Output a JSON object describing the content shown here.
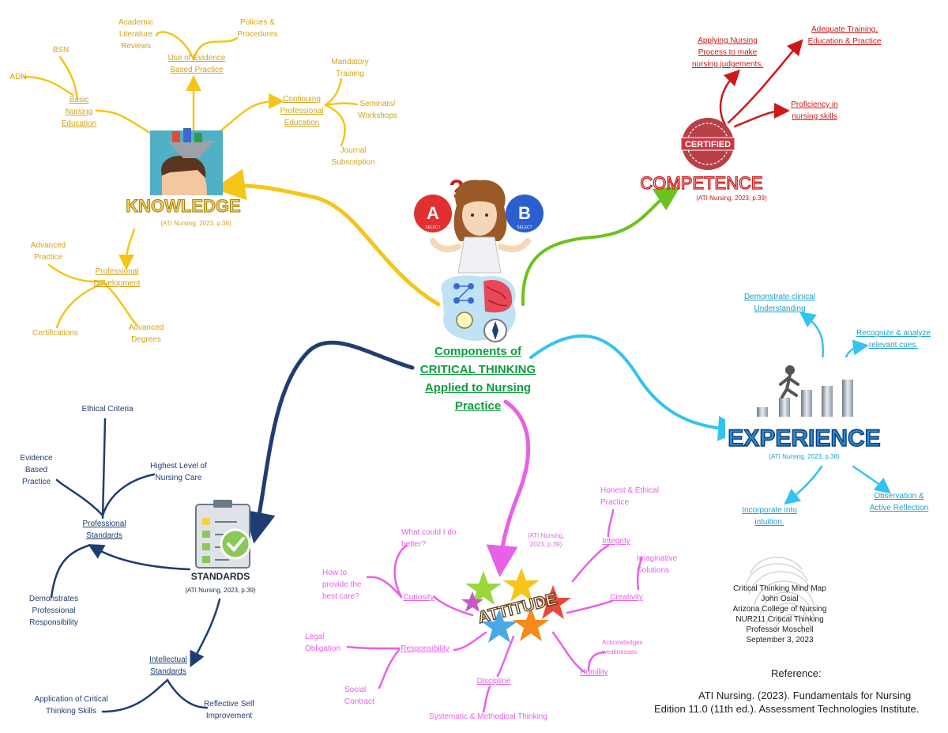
{
  "center": {
    "title": "Components of\nCRITICAL THINKING\nApplied to Nursing\nPractice"
  },
  "knowledge": {
    "title": "KNOWLEDGE",
    "citation": "(ATI Nursing, 2023, p.38)",
    "evidence": "Use of Evidence\nBased Practice",
    "academic": "Academic\nLiterature\nReviews",
    "policies": "Policies &\nProcedures",
    "basic": "Basic\nNursing\nEducation",
    "bsn": "BSN",
    "adn": "ADN",
    "continuing": "Continuing\nProfessional\nEducation",
    "mandatory": "Mandatory\nTraining",
    "seminars": "Seminars/\nWorkshops",
    "journal": "Journal\nSubscription",
    "professional": "Professional\nDevelopment",
    "advanced_practice": "Advanced\nPractice",
    "certifications": "Certifications",
    "advanced_degrees": "Advanced\nDegrees"
  },
  "competence": {
    "title": "COMPETENCE",
    "citation": "(ATI Nursing, 2023, p.39)",
    "badge": "CERTIFIED",
    "process": "Applying Nursing\nProcess to make\nnursing judgements.",
    "training": "Adequate Training,\nEducation & Practice",
    "proficiency": "Proficiency in\nnursing skills"
  },
  "experience": {
    "title": "EXPERIENCE",
    "citation": "(ATI Nursing, 2023, p.38)",
    "clinical": "Demonstrate clinical\nUnderstanding",
    "cues": "Recognize & analyze\nrelevant cues.",
    "intuition": "Incorporate into\nintuition.",
    "observation": "Observation &\nActive Reflection"
  },
  "standards": {
    "title": "STANDARDS",
    "citation": "(ATI Nursing, 2023, p.39)",
    "professional": "Professional\nStandards",
    "ethical": "Ethical Criteria",
    "evidence": "Evidence\nBased\nPractice",
    "highest": "Highest Level of\nNursing Care",
    "responsibility": "Demonstrates\nProfessional\nResponsibility",
    "intellectual": "Intellectual\nStandards",
    "application": "Application of Critical\nThinking Skills",
    "reflective": "Reflective Self\nImprovement"
  },
  "attitude": {
    "title": "ATTITUDE",
    "citation": "(ATI Nursing,\n2023, p.39)",
    "curiosity": "Curiosity",
    "what": "What could I do\nbetter?",
    "how": "How to\nprovide the\nbest care?",
    "integrity": "Integrity",
    "honest": "Honest & Ethical\nPractice",
    "creativity": "Creativity",
    "imaginative": "Imaginative\nSolutions",
    "humility": "Humility",
    "acknowledges": "Acknowledges\nweaknesses.",
    "responsibility": "Responsibility",
    "legal": "Legal\nObligation",
    "social": "Social\nContract",
    "discipline": "Discipline",
    "systematic": "Systematic & Methodical Thinking"
  },
  "decision_art": {
    "option_a": "A",
    "option_b": "B",
    "select": "SELECT",
    "question": "?"
  },
  "credits": "Critical Thinking Mind Map\nJohn Osial\nArizona College of Nursing\nNUR211 Critical Thinking\nProfessor Moschell\nSeptember 3, 2023",
  "reference": {
    "label": "Reference:",
    "line1": "ATI Nursing. (2023). Fundamentals for Nursing",
    "line2": "Edition 11.0 (11th ed.). Assessment Technologies Institute."
  },
  "colors": {
    "knowledge": "#d4a21a",
    "branch_knowledge": "#f5c518",
    "competence": "#d01818",
    "branch_competence": "#6cc21e",
    "experience": "#1ea0cc",
    "branch_experience": "#33c3f0",
    "standards": "#1e3e72",
    "attitude": "#e860e8",
    "center": "#0e9c3e"
  }
}
